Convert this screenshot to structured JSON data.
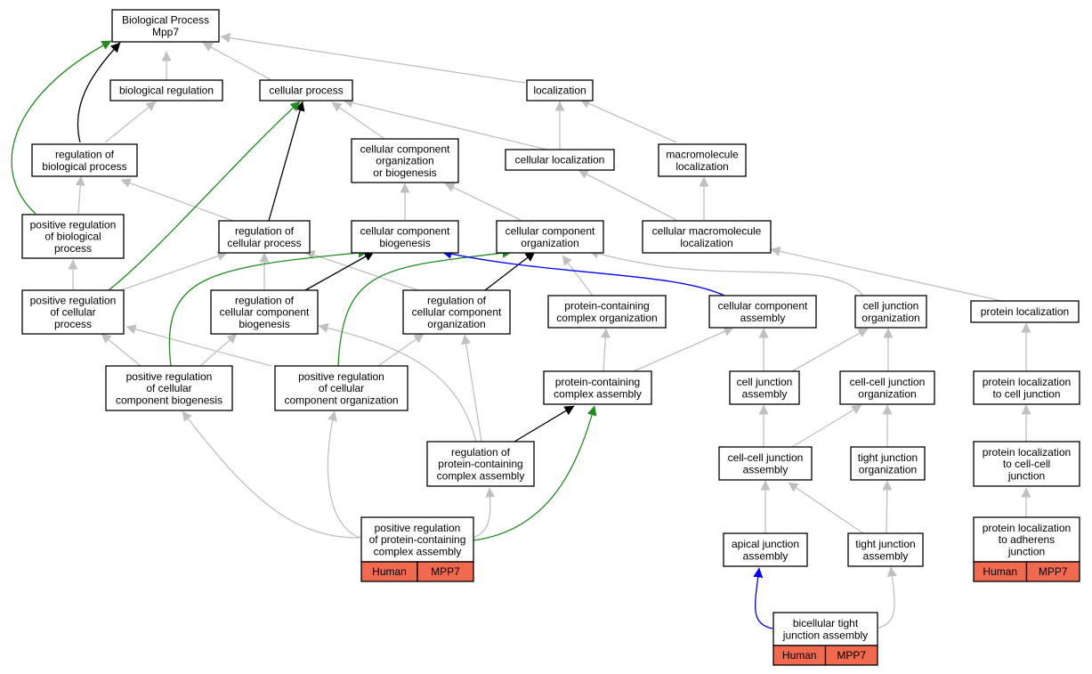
{
  "colors": {
    "gray": "#c0c0c0",
    "black": "#000000",
    "green": "#228b22",
    "blue": "#0000ff",
    "annotation": "#f06a50"
  },
  "nodes": {
    "bp": [
      "Biological Process",
      "Mpp7"
    ],
    "breg": [
      "biological regulation"
    ],
    "cellproc": [
      "cellular process"
    ],
    "loc": [
      "localization"
    ],
    "regbp": [
      "regulation of",
      "biological process"
    ],
    "ccob": [
      "cellular component",
      "organization",
      "or biogenesis"
    ],
    "cellloc": [
      "cellular localization"
    ],
    "macroloc": [
      "macromolecule",
      "localization"
    ],
    "posregbp": [
      "positive regulation",
      "of biological",
      "process"
    ],
    "regcp": [
      "regulation of",
      "cellular process"
    ],
    "ccbio": [
      "cellular component",
      "biogenesis"
    ],
    "ccorg": [
      "cellular component",
      "organization"
    ],
    "cmacroloc": [
      "cellular macromolecule",
      "localization"
    ],
    "posregcp": [
      "positive regulation",
      "of cellular",
      "process"
    ],
    "regccb": [
      "regulation of",
      "cellular component",
      "biogenesis"
    ],
    "regcco": [
      "regulation of",
      "cellular component",
      "organization"
    ],
    "pcco": [
      "protein-containing",
      "complex organization"
    ],
    "ccasm": [
      "cellular component",
      "assembly"
    ],
    "cjo": [
      "cell junction",
      "organization"
    ],
    "protloc": [
      "protein localization"
    ],
    "posregccb": [
      "positive regulation",
      "of cellular",
      "component biogenesis"
    ],
    "posregcco": [
      "positive regulation",
      "of cellular",
      "component organization"
    ],
    "pcca": [
      "protein-containing",
      "complex assembly"
    ],
    "cja": [
      "cell junction",
      "assembly"
    ],
    "ccjo": [
      "cell-cell junction",
      "organization"
    ],
    "protloccj": [
      "protein localization",
      "to cell junction"
    ],
    "regpcca": [
      "regulation of",
      "protein-containing",
      "complex assembly"
    ],
    "ccja": [
      "cell-cell junction",
      "assembly"
    ],
    "tjo": [
      "tight junction",
      "organization"
    ],
    "protlocccj": [
      "protein localization",
      "to cell-cell",
      "junction"
    ],
    "posregpcca": [
      "positive regulation",
      "of protein-containing",
      "complex assembly"
    ],
    "aja": [
      "apical junction",
      "assembly"
    ],
    "tja": [
      "tight junction",
      "assembly"
    ],
    "protlocaj": [
      "protein localization",
      "to adherens",
      "junction"
    ],
    "btja": [
      "bicellular tight",
      "junction assembly"
    ]
  },
  "annotations": {
    "posregpcca": [
      "Human",
      "MPP7"
    ],
    "protlocaj": [
      "Human",
      "MPP7"
    ],
    "btja": [
      "Human",
      "MPP7"
    ]
  }
}
